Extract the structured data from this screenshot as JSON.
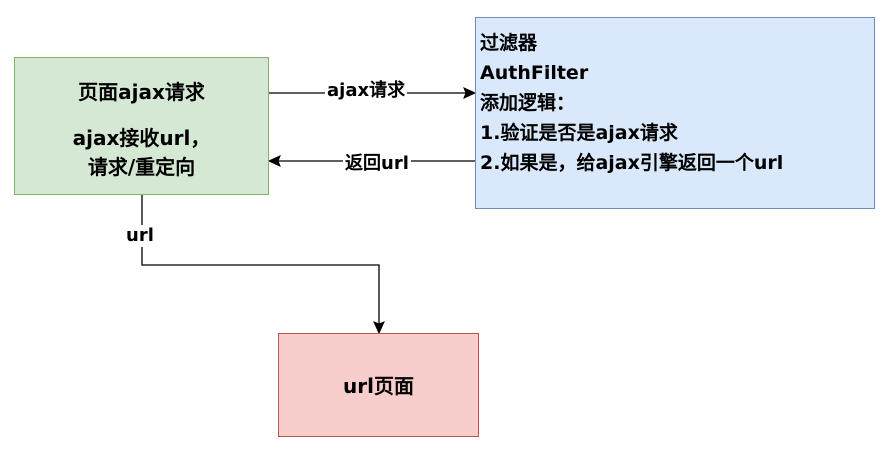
{
  "nodes": {
    "page": {
      "line1": "页面ajax请求",
      "line2": "ajax接收url，",
      "line3": "请求/重定向",
      "fill": "#d5e8d4",
      "stroke": "#82b366"
    },
    "filter": {
      "lines": [
        "过滤器",
        "AuthFilter",
        "添加逻辑：",
        "1.验证是否是ajax请求",
        "2.如果是，给ajax引擎返回一个url"
      ],
      "fill": "#dae8fc",
      "stroke": "#6c8ebf"
    },
    "url_page": {
      "label": "url页面",
      "fill": "#f8cecc",
      "stroke": "#b85450"
    }
  },
  "edges": {
    "ajax_request": {
      "label": "ajax请求"
    },
    "return_url": {
      "label": "返回url"
    },
    "url": {
      "label": "url"
    }
  }
}
